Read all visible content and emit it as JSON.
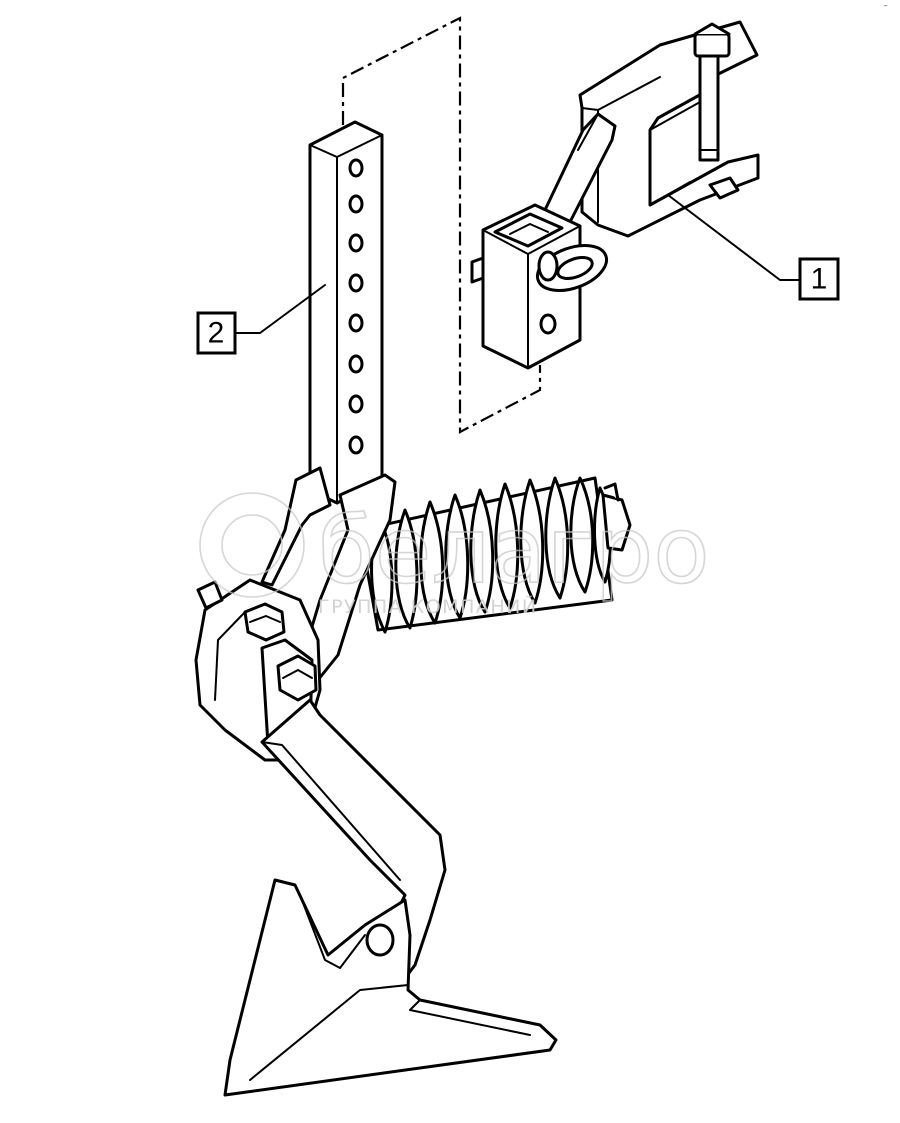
{
  "callouts": [
    {
      "label": "1",
      "part": "mounting-bracket"
    },
    {
      "label": "2",
      "part": "adjustment-post"
    }
  ],
  "watermark": {
    "name": "белагро",
    "subtitle": "ГРУППА КОМПАНИЙ"
  },
  "corner_mark": "‴",
  "colors": {
    "line": "#000000",
    "background": "#ffffff",
    "watermark": "#c8c8c8"
  }
}
